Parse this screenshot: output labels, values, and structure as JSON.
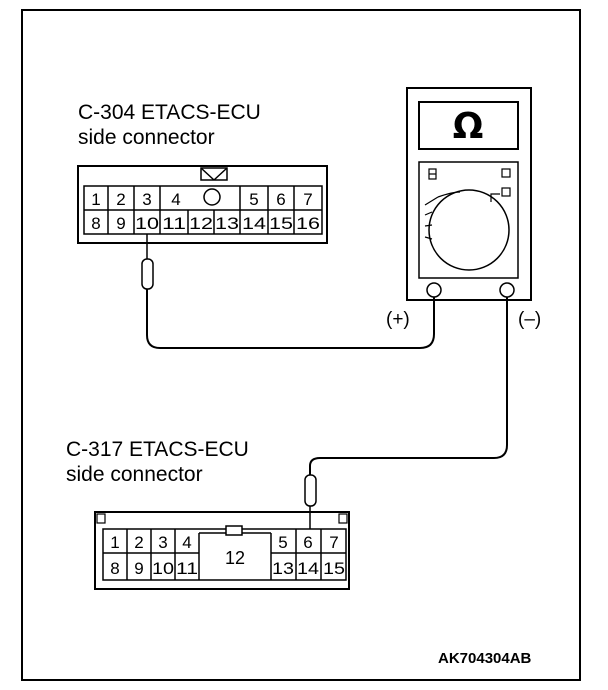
{
  "connector_c304": {
    "name": "C-304 ETACS-ECU",
    "subtitle": "side connector",
    "top_row": [
      "1",
      "2",
      "3",
      "4",
      "5",
      "6",
      "7"
    ],
    "bottom_row": [
      "8",
      "9",
      "10",
      "11",
      "12",
      "13",
      "14",
      "15",
      "16"
    ]
  },
  "connector_c317": {
    "name": "C-317 ETACS-ECU",
    "subtitle": "side connector",
    "top_row": [
      "1",
      "2",
      "3",
      "4",
      "5",
      "6",
      "7"
    ],
    "bottom_row": [
      "8",
      "9",
      "10",
      "11",
      "13",
      "14",
      "15"
    ],
    "center": "12"
  },
  "meter": {
    "display_symbol": "Ω",
    "plus_label": "(+)",
    "minus_label": "(–)"
  },
  "figure_code": "AK704304AB",
  "colors": {
    "line": "#000000",
    "background": "#ffffff"
  }
}
